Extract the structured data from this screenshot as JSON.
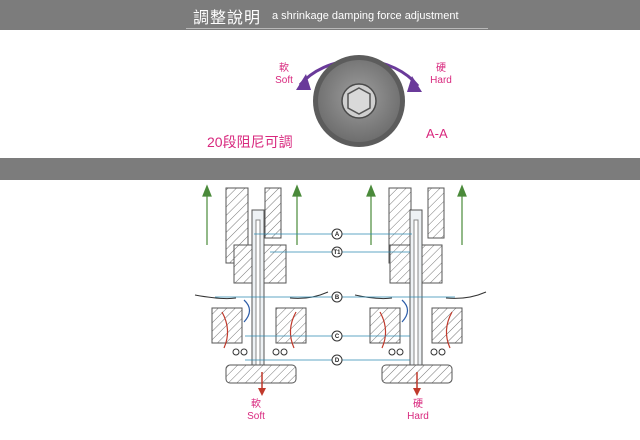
{
  "header": {
    "title": "調整說明",
    "subtitle": "a shrinkage damping force adjustment"
  },
  "knob": {
    "soft_label_zh": "軟",
    "soft_label_en": "Soft",
    "hard_label_zh": "硬",
    "hard_label_en": "Hard",
    "steps_label": "20段阻尼可調",
    "section_label": "A-A"
  },
  "diagram": {
    "markers": [
      "A",
      "T1",
      "B",
      "C",
      "D"
    ],
    "soft_label_zh": "軟",
    "soft_label_en": "Soft",
    "hard_label_zh": "硬",
    "hard_label_en": "Hard"
  },
  "colors": {
    "band": "#7c7c7c",
    "accent": "#d8287e",
    "flow_arrows": "#4a8a3a",
    "detail_red": "#c0392b",
    "detail_blue": "#2d5da8"
  }
}
